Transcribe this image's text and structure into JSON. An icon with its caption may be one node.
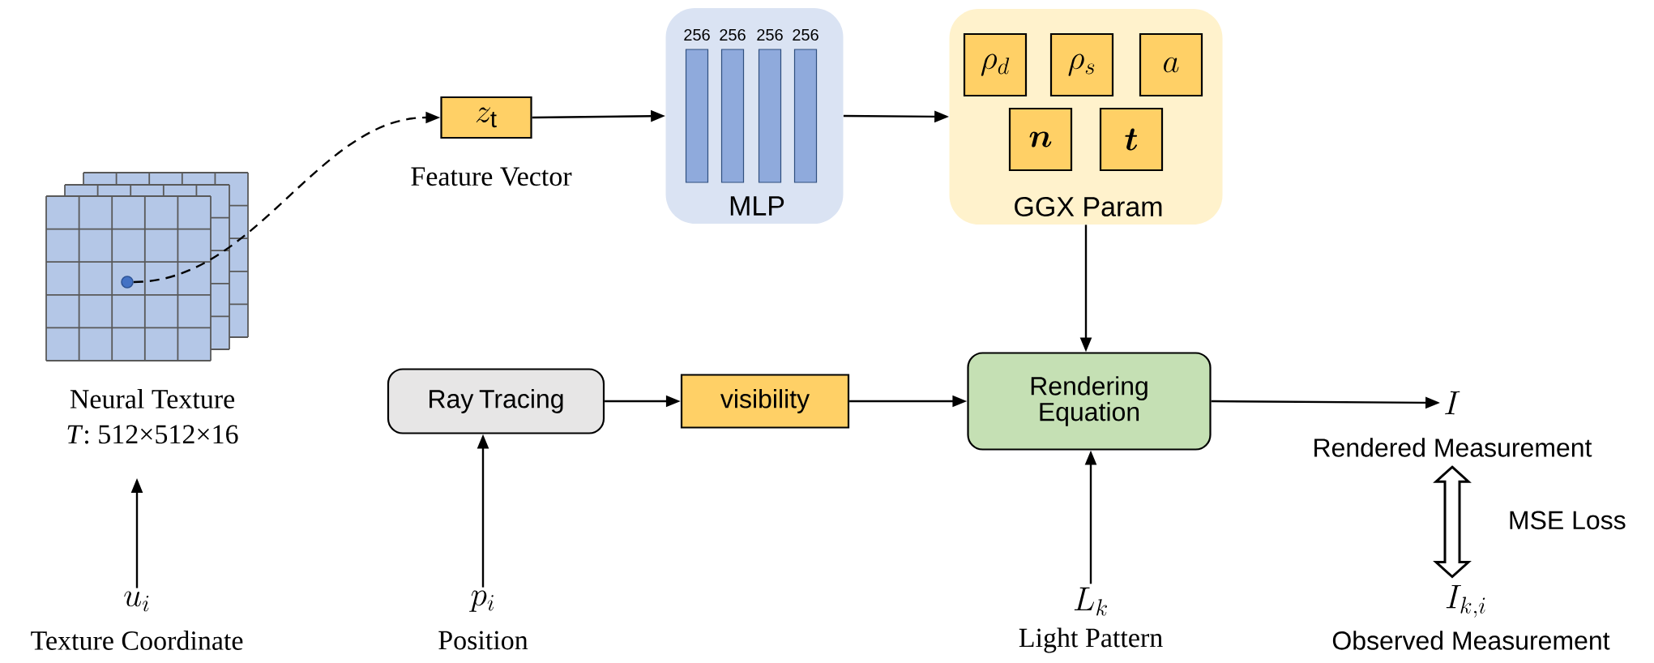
{
  "diagram": {
    "nodes": [
      {
        "text": [
          "Neural Texture",
          "*T*: 512×512×16"
        ]
      },
      {
        "text": [],
        "shape": "circle",
        "in": 0
      },
      {
        "text": [
          "z_{\\mathrm{t}}"
        ],
        "beside": [
          "Feature Vector"
        ]
      },
      {
        "text": [
          "MLP"
        ]
      },
      {
        "text": [
          "256"
        ],
        "in": 3
      },
      {
        "text": [
          "256"
        ],
        "in": 3
      },
      {
        "text": [
          "256"
        ],
        "in": 3
      },
      {
        "text": [
          "256"
        ],
        "in": 3
      },
      {
        "text": [
          "GGX Param"
        ]
      },
      {
        "text": [
          "\\rho_{d}"
        ],
        "in": 8
      },
      {
        "text": [
          "\\rho_{s}"
        ],
        "in": 8
      },
      {
        "text": [
          "a"
        ],
        "in": 8
      },
      {
        "text": [
          "\\boldsymbol{n}"
        ],
        "in": 8
      },
      {
        "text": [
          "\\boldsymbol{t}"
        ],
        "in": 8
      },
      {
        "text": [
          "Ray Tracing"
        ]
      },
      {
        "text": [
          "visibility"
        ]
      },
      {
        "text": [
          "Rendering Equation"
        ]
      },
      {
        "text": [
          "I"
        ],
        "beside": [
          "Rendered Measurement"
        ]
      },
      {
        "text": [
          "I_{k,i}"
        ],
        "beside": [
          "Observed Measurement"
        ]
      },
      {
        "text": [
          "u_{i}"
        ],
        "beside": [
          "Texture Coordinate"
        ]
      },
      {
        "text": [
          "p_{i}"
        ],
        "beside": [
          "Position"
        ]
      },
      {
        "text": [
          "L_{k}"
        ],
        "beside": [
          "Light Pattern"
        ]
      }
    ],
    "edges": [
      {
        "from": 1,
        "to": 2,
        "arrow": "to",
        "style": "dashed"
      },
      {
        "from": 2,
        "to": 3,
        "arrow": "to"
      },
      {
        "from": 3,
        "to": 8,
        "arrow": "to"
      },
      {
        "from": 8,
        "to": 16,
        "arrow": "to"
      },
      {
        "from": 14,
        "to": 15,
        "arrow": "to"
      },
      {
        "from": 15,
        "to": 16,
        "arrow": "to"
      },
      {
        "from": 16,
        "to": 17,
        "arrow": "to"
      },
      {
        "from": 17,
        "to": 18,
        "arrow": "both",
        "label": "MSE Loss",
        "style": "thick"
      },
      {
        "from": 19,
        "to": 0,
        "arrow": "to"
      },
      {
        "from": 20,
        "to": 14,
        "arrow": "to"
      },
      {
        "from": 21,
        "to": 16,
        "arrow": "to"
      }
    ]
  }
}
